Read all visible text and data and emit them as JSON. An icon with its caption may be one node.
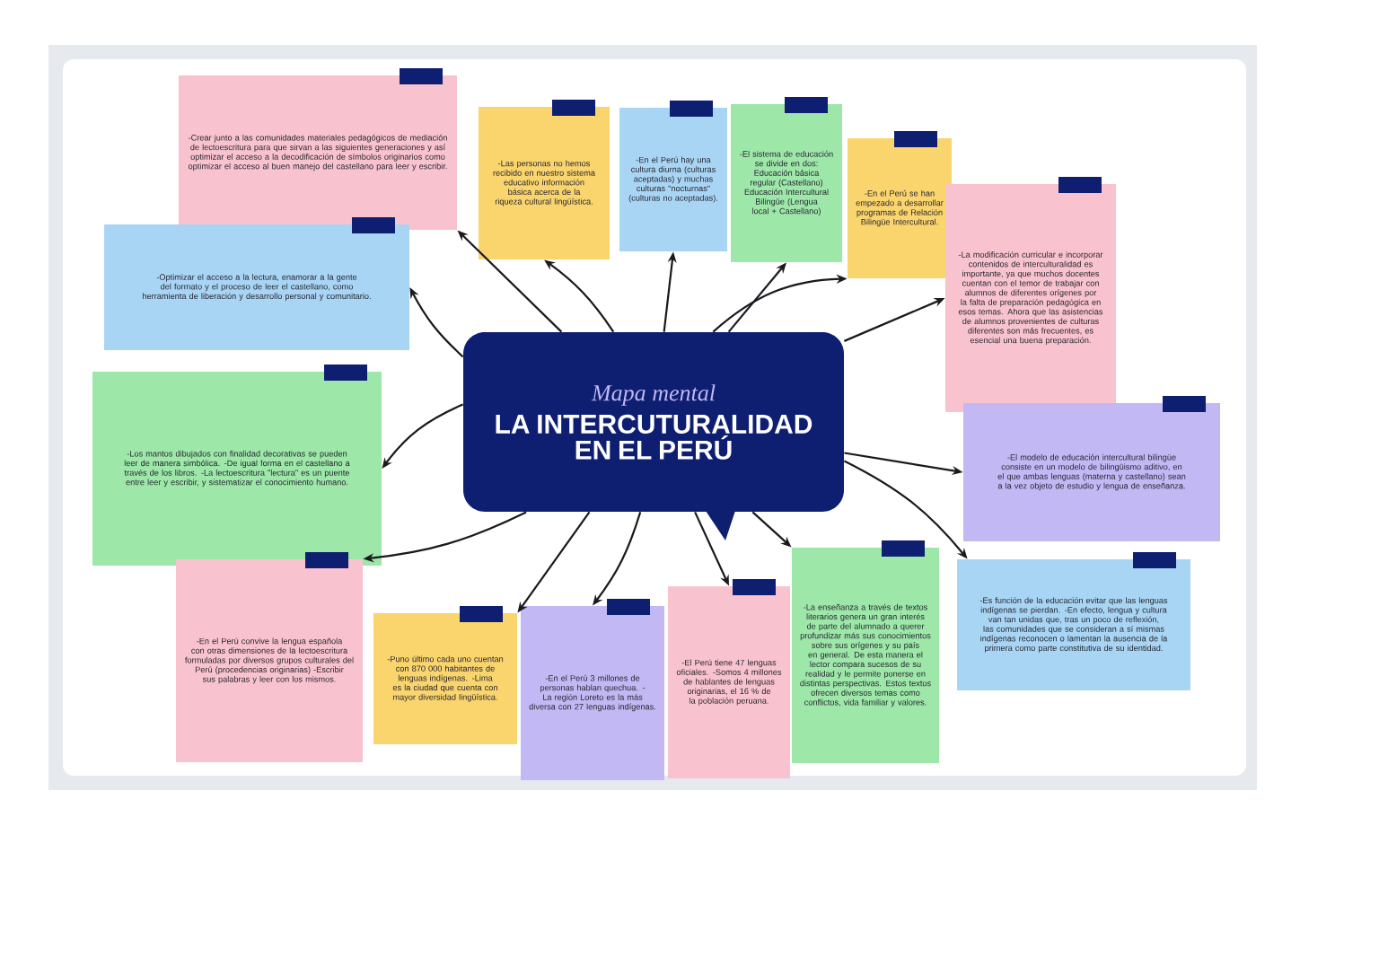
{
  "diagram": {
    "nodes": [
      {
        "text": [
          "Mapa mental",
          "LA INTERCUTURALIDAD EN EL PERÚ"
        ]
      },
      {
        "text": [
          "-Crear junto a las comunidades materiales pedagógicos de mediación de lectoescritura para que sirvan a las siguientes generaciones y así optimizar el acceso a la decodificación de símbolos originarios como optimizar el acceso al buen manejo del castellano para leer y escribir."
        ]
      },
      {
        "text": [
          "-Optimizar el acceso a la lectura, enamorar a la gente del formato y el proceso de leer el castellano, como herramienta de liberación y desarrollo personal y comunitario."
        ]
      },
      {
        "text": [
          "-Las personas no hemos recibido en nuestro sistema educativo información básica acerca de la riqueza cultural lingüística."
        ]
      },
      {
        "text": [
          "-En el Perú hay una cultura diurna (culturas aceptadas) y muchas culturas \"nocturnas\" (culturas no aceptadas)."
        ]
      },
      {
        "text": [
          "-El sistema de educación se divide en dos: Educación básica regular (Castellano) Educación Intercultural Bilingüe (Lengua local + Castellano)"
        ]
      },
      {
        "text": [
          "-En el Perú se han empezado a desarrollar programas de Relación Bilingüe Intercultural."
        ]
      },
      {
        "text": [
          "-La modificación curricular e incorporar contenidos de interculturalidad es importante, ya que muchos docentes cuentan con el temor de trabajar con alumnos de diferentes orígenes por la falta de preparación pedagógica en esos temas. Ahora que las asistencias de alumnos provenientes de culturas diferentes son más frecuentes, es esencial una buena preparación."
        ]
      },
      {
        "text": [
          "-El modelo de educación intercultural bilingüe consiste en un modelo de bilingüismo aditivo, en el que ambas lenguas (materna y castellano) sean a la vez objeto de estudio y lengua de enseñanza."
        ]
      },
      {
        "text": [
          "-Los mantos dibujados con finalidad decorativas se pueden leer de manera simbólica. -De igual forma en el castellano a través de los libros. -La lectoescritura \"lectura\" es un puente entre leer y escribir, y sistematizar el conocimiento humano."
        ]
      },
      {
        "text": [
          "-En el Perú convive la lengua española con otras dimensiones de la lectoescritura formuladas por diversos grupos culturales del Perú (procedencias originarias) -Escribir sus palabras y leer con los mismos."
        ]
      },
      {
        "text": [
          "-Puno último cada uno cuentan con 870 000 habitantes de lenguas indígenas. -Lima es la ciudad que cuenta con mayor diversidad lingüística."
        ]
      },
      {
        "text": [
          "-En el Perú 3 millones de personas hablan quechua. -La región Loreto es la más diversa con 27 lenguas indígenas."
        ]
      },
      {
        "text": [
          "-El Perú tiene 47 lenguas oficiales. -Somos 4 millones de hablantes de lenguas originarias, el 16 % de la población peruana."
        ]
      },
      {
        "text": [
          "-La enseñanza a través de textos literarios genera un gran interés de parte del alumnado a querer profundizar más sus conocimientos sobre sus orígenes y su país en general. De esta manera el lector compara sucesos de su realidad y le permite ponerse en distintas perspectivas. Estos textos ofrecen diversos temas como conflictos, vida familiar y valores."
        ]
      },
      {
        "text": [
          "-Es función de la educación evitar que las lenguas indígenas se pierdan. -En efecto, lengua y cultura van tan unidas que, tras un poco de reflexión, las comunidades que se consideran a sí mismas indígenas reconocen o lamentan la ausencia de la primera como parte constitutiva de su identidad."
        ]
      }
    ],
    "edges": [
      {
        "from": 0,
        "to": 1,
        "arrow": "to"
      },
      {
        "from": 0,
        "to": 2,
        "arrow": "to"
      },
      {
        "from": 0,
        "to": 3,
        "arrow": "to"
      },
      {
        "from": 0,
        "to": 4,
        "arrow": "to"
      },
      {
        "from": 0,
        "to": 5,
        "arrow": "to"
      },
      {
        "from": 0,
        "to": 6,
        "arrow": "to"
      },
      {
        "from": 0,
        "to": 7,
        "arrow": "to"
      },
      {
        "from": 0,
        "to": 8,
        "arrow": "to"
      },
      {
        "from": 0,
        "to": 9,
        "arrow": "to"
      },
      {
        "from": 0,
        "to": 10,
        "arrow": "to"
      },
      {
        "from": 0,
        "to": 11,
        "arrow": "to"
      },
      {
        "from": 0,
        "to": 12,
        "arrow": "to"
      },
      {
        "from": 0,
        "to": 13,
        "arrow": "to"
      },
      {
        "from": 0,
        "to": 14,
        "arrow": "to"
      },
      {
        "from": 0,
        "to": 15,
        "arrow": "to"
      }
    ]
  }
}
